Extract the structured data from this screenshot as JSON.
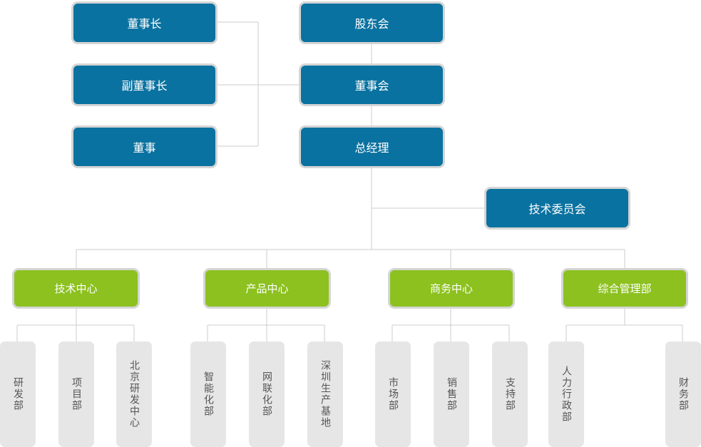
{
  "board_side": [
    "董事长",
    "副董事长",
    "董事"
  ],
  "main_chain": [
    "股东会",
    "董事会",
    "总经理"
  ],
  "committee": "技术委员会",
  "centers": [
    {
      "name": "技术中心",
      "depts": [
        "研发部",
        "项目部",
        "北京研发中心"
      ]
    },
    {
      "name": "产品中心",
      "depts": [
        "智能化部",
        "网联化部",
        "深圳生产基地"
      ]
    },
    {
      "name": "商务中心",
      "depts": [
        "市场部",
        "销售部",
        "支持部"
      ]
    },
    {
      "name": "综合管理部",
      "depts": [
        "人力行政部",
        "财务部"
      ]
    }
  ],
  "colors": {
    "blue": "#0a72a0",
    "green": "#8cc11f",
    "dept_bg": "#e6e6e6",
    "line": "#cccccc"
  }
}
